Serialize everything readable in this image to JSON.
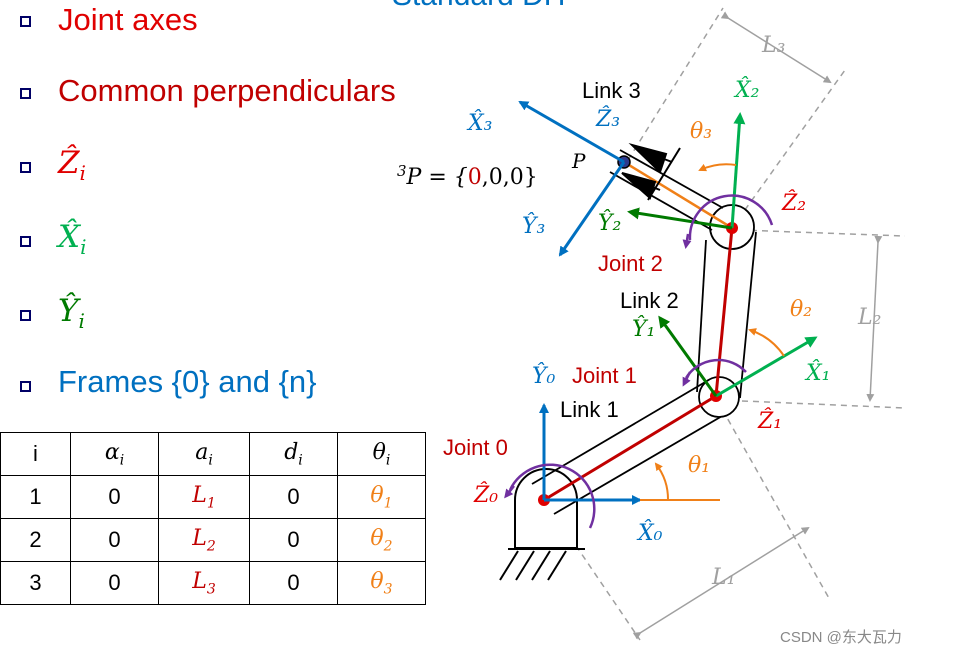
{
  "bullets": [
    {
      "text": "Joint axes",
      "color": "#e00000"
    },
    {
      "text": "Common perpendiculars",
      "color": "#c00000"
    },
    {
      "text": "Ẑ",
      "sub": "i",
      "color": "#e00000"
    },
    {
      "text": "X̂",
      "sub": "i",
      "color": "#00b050"
    },
    {
      "text": "Ŷ",
      "sub": "i",
      "color": "#007a00"
    },
    {
      "text": "Frames {0} and {n}",
      "color": "#0070c0"
    }
  ],
  "top_partial_text": "Standard DH",
  "table": {
    "headers": [
      "i",
      "α",
      "a",
      "d",
      "θ"
    ],
    "header_subs": [
      "",
      "i",
      "i",
      "i",
      "i"
    ],
    "rows": [
      {
        "i": "1",
        "alpha": "0",
        "a": "L",
        "a_sub": "1",
        "d": "0",
        "theta": "θ",
        "theta_sub": "1"
      },
      {
        "i": "2",
        "alpha": "0",
        "a": "L",
        "a_sub": "2",
        "d": "0",
        "theta": "θ",
        "theta_sub": "2"
      },
      {
        "i": "3",
        "alpha": "0",
        "a": "L",
        "a_sub": "3",
        "d": "0",
        "theta": "θ",
        "theta_sub": "3"
      }
    ]
  },
  "diagram": {
    "point_eq_sup": "3",
    "point_eq_left": "P = {",
    "point_eq_zero": "0",
    "point_eq_right": ",0,0}",
    "point_label": "P",
    "link_labels": [
      "Link 1",
      "Link 2",
      "Link 3"
    ],
    "joint_labels": [
      "Joint 0",
      "Joint 1",
      "Joint 2"
    ],
    "frame_labels": {
      "x0": "X̂₀",
      "y0": "Ŷ₀",
      "z0": "Ẑ₀",
      "x1": "X̂₁",
      "y1": "Ŷ₁",
      "z1": "Ẑ₁",
      "x2": "X̂₂",
      "y2": "Ŷ₂",
      "z2": "Ẑ₂",
      "x3": "X̂₃",
      "y3": "Ŷ₃",
      "z3": "Ẑ₃"
    },
    "angle_labels": [
      "θ₁",
      "θ₂",
      "θ₃"
    ],
    "length_labels": [
      "L₁",
      "L₂",
      "L₃"
    ],
    "colors": {
      "x_axis": "#00b050",
      "y_axis": "#007a00",
      "z_axis": "#e00000",
      "frame0": "#0070c0",
      "frame3": "#0070c0",
      "link_line": "#c00000",
      "angle": "#f08018",
      "rotation": "#7030a0",
      "dim": "#a0a0a0"
    }
  },
  "watermark": "CSDN @东大瓦力"
}
